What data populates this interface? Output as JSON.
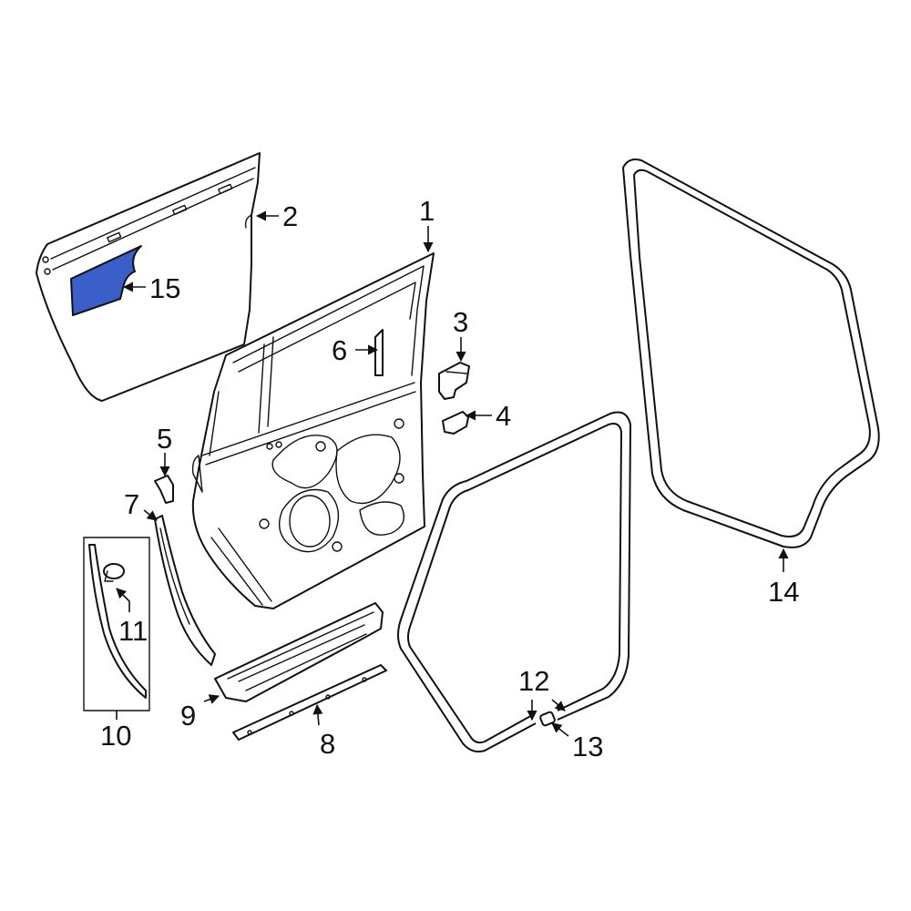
{
  "colors": {
    "line": "#111111",
    "highlight": "#3b5fc9",
    "background": "#ffffff"
  },
  "callouts": {
    "c1": "1",
    "c2": "2",
    "c3": "3",
    "c4": "4",
    "c5": "5",
    "c6": "6",
    "c7": "7",
    "c8": "8",
    "c9": "9",
    "c10": "10",
    "c11": "11",
    "c12": "12",
    "c13": "13",
    "c14": "14",
    "c15": "15"
  },
  "highlighted_part": "15"
}
